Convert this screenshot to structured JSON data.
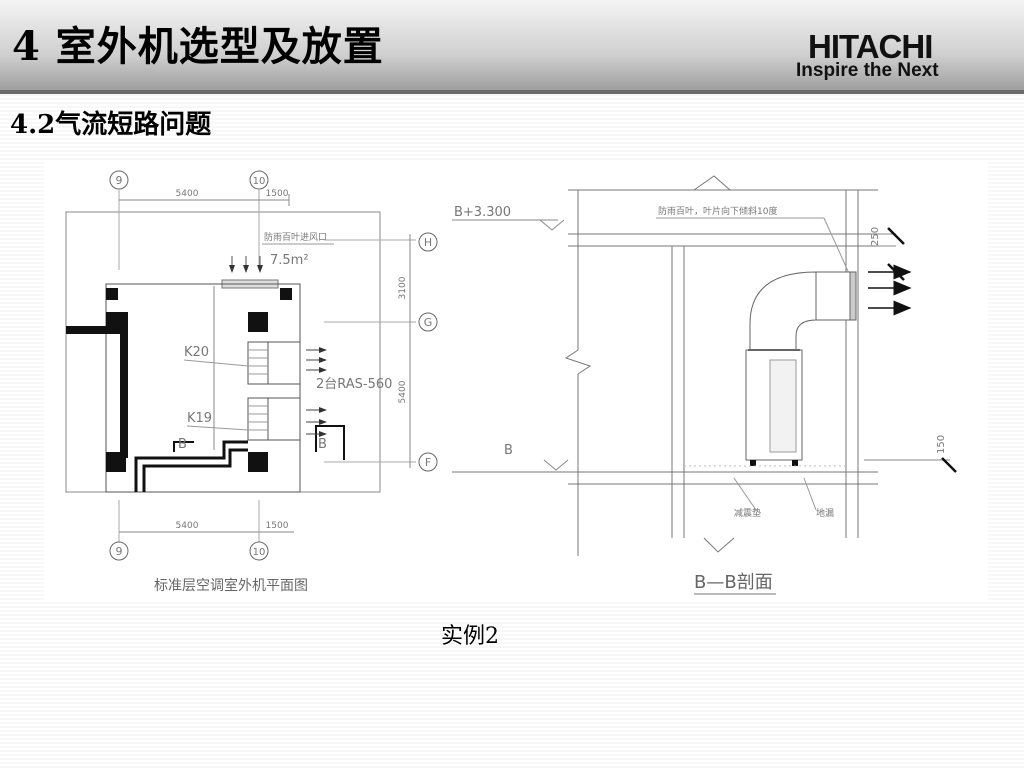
{
  "header": {
    "title": "4  室外机选型及放置",
    "brand": {
      "name": "HITACHI",
      "tagline": "Inspire the Next"
    }
  },
  "subtitle": "4.2气流短路问题",
  "caption": "实例2",
  "plan": {
    "axis_9": "9",
    "axis_10": "10",
    "axis_h": "H",
    "axis_g": "G",
    "axis_f": "F",
    "dim_top_left": "5400",
    "dim_top_right": "1500",
    "dim_bottom_left": "5400",
    "dim_bottom_right": "1500",
    "dim_right_upper": "3100",
    "dim_right_lower": "5400",
    "louver_label": "防雨百叶进风口",
    "area_label": "7.5m²",
    "unit_k20": "K20",
    "unit_k19": "K19",
    "model_label": "2台RAS-560",
    "section_mark_left": "B",
    "section_mark_right": "B",
    "title": "标准层空调室外机平面图"
  },
  "section": {
    "elevation_top": "B+3.300",
    "elevation_bottom": "B",
    "louver_note": "防雨百叶，叶片向下倾斜10度",
    "dim_250": "250",
    "dim_150": "150",
    "damper_label": "减震垫",
    "drain_label": "地漏",
    "title": "B—B剖面"
  }
}
